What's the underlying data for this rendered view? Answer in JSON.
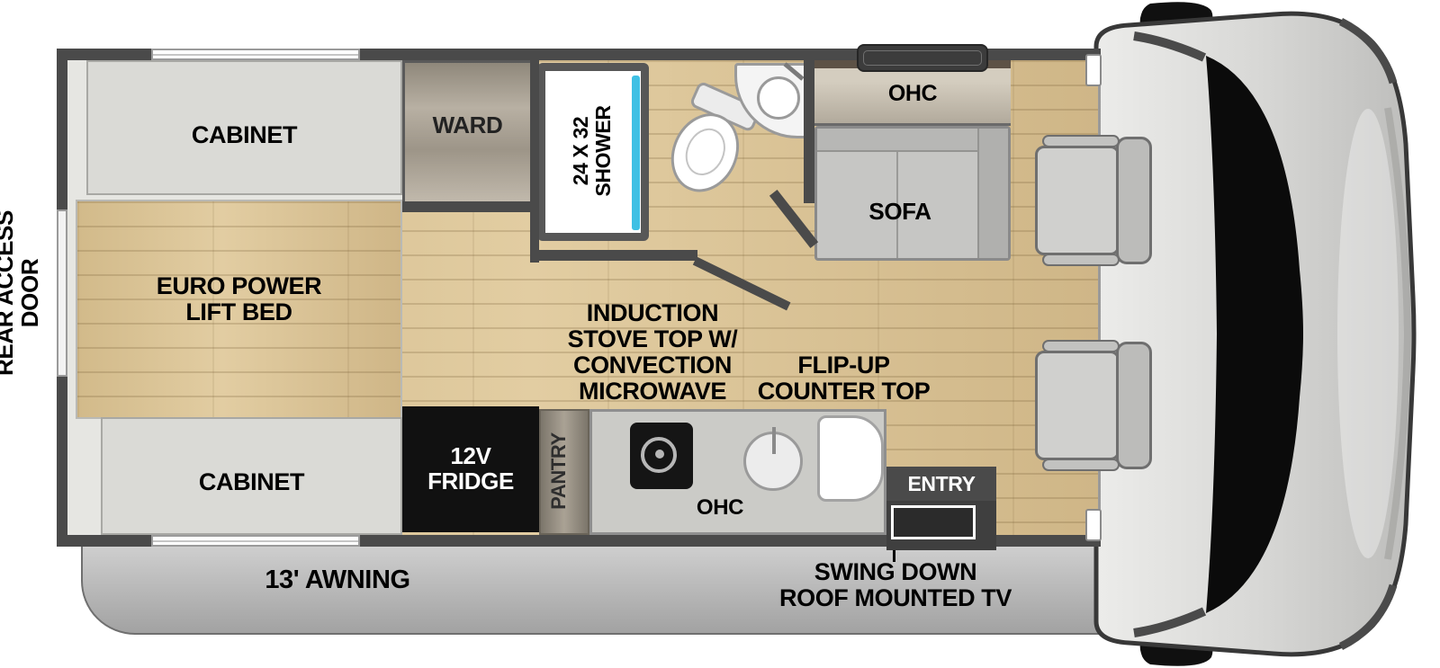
{
  "floorplan": {
    "rear_access_door": "REAR ACCESS\nDOOR",
    "bedroom": {
      "cabinet_top": "CABINET",
      "bed": "EURO POWER\nLIFT BED",
      "cabinet_bottom": "CABINET"
    },
    "ward": "WARD",
    "bath": {
      "shower": "24 X 32\nSHOWER"
    },
    "living": {
      "ohc": "OHC",
      "sofa": "SOFA"
    },
    "kitchen": {
      "induction": "INDUCTION\nSTOVE TOP W/\nCONVECTION\nMICROWAVE",
      "flip_up": "FLIP-UP\nCOUNTER TOP",
      "fridge": "12V\nFRIDGE",
      "pantry": "PANTRY",
      "ohc": "OHC",
      "entry": "ENTRY"
    },
    "exterior": {
      "awning": "13' AWNING",
      "tv": "SWING DOWN\nROOF MOUNTED TV"
    }
  },
  "icons": [
    "toilet-icon",
    "bath-sink-icon",
    "kitchen-sink-icon",
    "stove-icon",
    "shower-glass-icon",
    "tv-outline-icon",
    "cab-seat-icon",
    "side-mirror-icon",
    "windshield-icon",
    "roof-vent-icon"
  ],
  "colors": {
    "wall": "#4a4a4a",
    "floor_wood": "#d7c08f",
    "shower_glass": "#3fc0e4",
    "fridge": "#111111",
    "entry": "#4a4a4a",
    "body_gray": "#d6d6d4"
  }
}
